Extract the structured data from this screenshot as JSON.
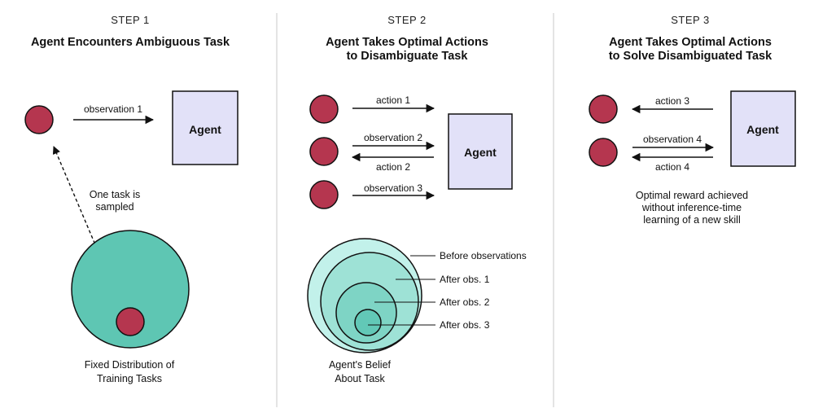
{
  "step1": {
    "step_label": "STEP 1",
    "title": "Agent Encounters Ambiguous Task",
    "observation_label": "observation 1",
    "agent_label": "Agent",
    "sample_caption": [
      "One task is",
      "sampled"
    ],
    "distribution_caption": [
      "Fixed Distribution of",
      "Training Tasks"
    ]
  },
  "step2": {
    "step_label": "STEP 2",
    "title": [
      "Agent Takes Optimal Actions",
      "to Disambiguate Task"
    ],
    "agent_label": "Agent",
    "arrows": {
      "action1": "action 1",
      "observation2": "observation 2",
      "action2": "action 2",
      "observation3": "observation 3"
    },
    "belief_levels": [
      "Before observations",
      "After obs. 1",
      "After obs. 2",
      "After obs. 3"
    ],
    "belief_caption": [
      "Agent's Belief",
      "About Task"
    ]
  },
  "step3": {
    "step_label": "STEP 3",
    "title": [
      "Agent Takes Optimal Actions",
      "to Solve Disambiguated Task"
    ],
    "agent_label": "Agent",
    "arrows": {
      "action3": "action 3",
      "observation4": "observation 4",
      "action4": "action 4"
    },
    "result_caption": [
      "Optimal reward achieved",
      "without inference-time",
      "learning of a new skill"
    ]
  },
  "colors": {
    "task_dot": "#b5364f",
    "agent_box": "#e2e1f8",
    "distribution": "#5ec6b3",
    "belief_1": "#c2f1ea",
    "belief_2": "#9ee2d6",
    "belief_3": "#7ed4c5",
    "belief_4": "#62c8b7"
  }
}
